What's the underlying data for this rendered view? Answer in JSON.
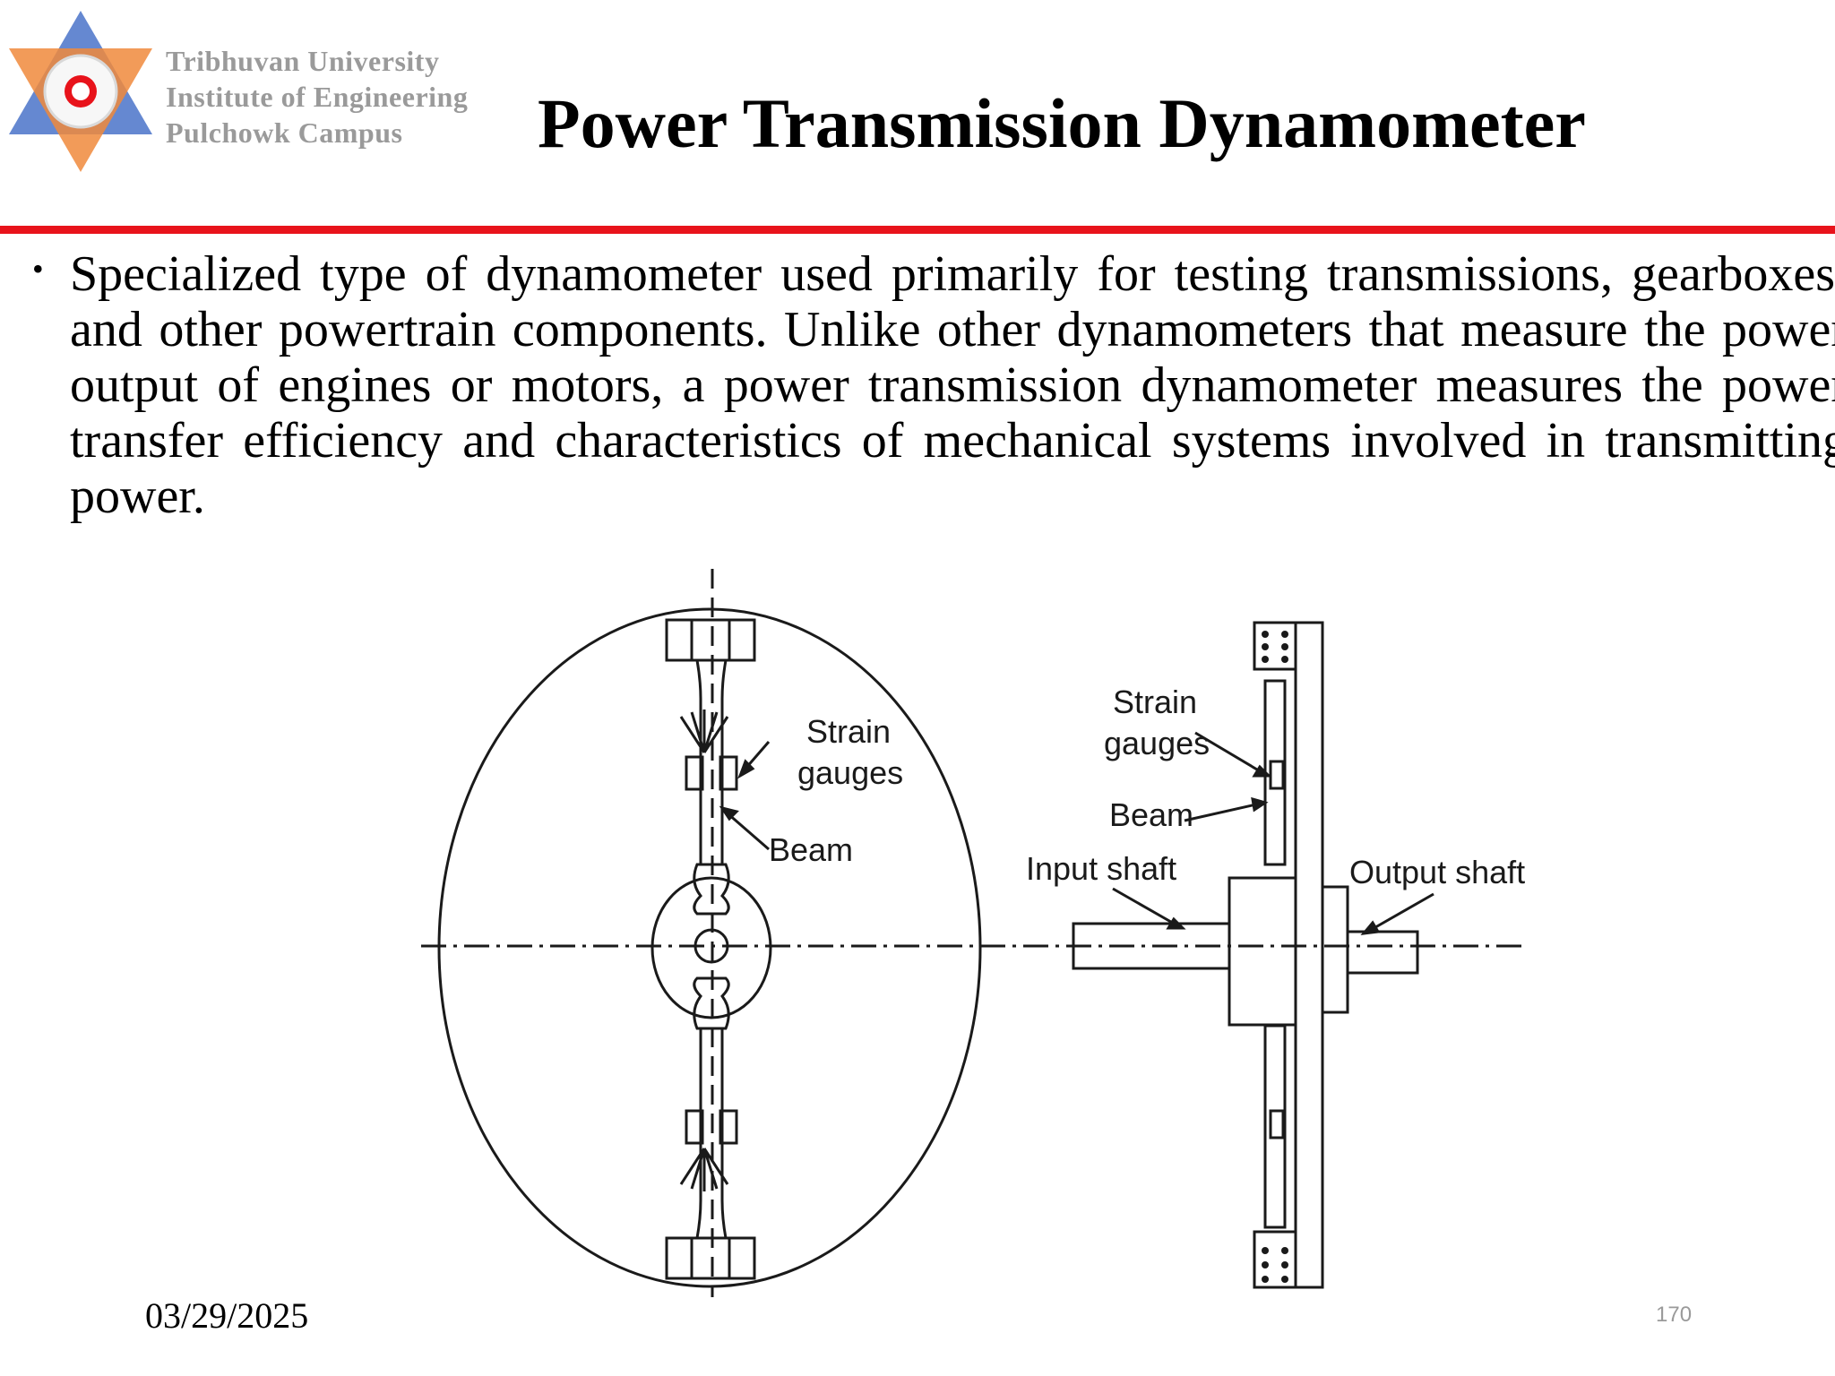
{
  "header": {
    "logo_lines": [
      "Tribhuvan University",
      "Institute of Engineering",
      "Pulchowk Campus"
    ],
    "title": "Power Transmission Dynamometer",
    "accent_color": "#e8131b"
  },
  "body": {
    "bullet": "Specialized type of dynamometer used primarily for testing transmissions, gearboxes, and other powertrain components. Unlike other dynamometers that measure the power output of engines or motors, a power transmission dynamometer measures the power transfer efficiency and characteristics of mechanical systems involved in transmitting power."
  },
  "diagram": {
    "labels": {
      "strain_gauges_front_line1": "Strain",
      "strain_gauges_front_line2": "gauges",
      "beam_front": "Beam",
      "strain_gauges_side_line1": "Strain",
      "strain_gauges_side_line2": "gauges",
      "beam_side": "Beam",
      "input_shaft": "Input shaft",
      "output_shaft": "Output shaft"
    }
  },
  "footer": {
    "date": "03/29/2025",
    "page_number": "170"
  }
}
